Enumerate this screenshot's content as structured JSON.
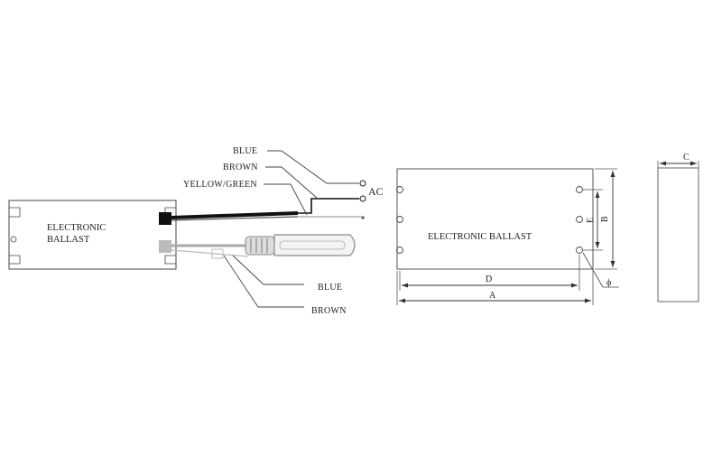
{
  "wiring": {
    "ballast_label_line1": "ELECTRONIC",
    "ballast_label_line2": "BALLAST",
    "input_wires": [
      "BLUE",
      "BROWN",
      "YELLOW/GREEN"
    ],
    "ac_label": "AC",
    "lamp_wires": [
      "BLUE",
      "BROWN"
    ]
  },
  "dimension_view": {
    "ballast_label": "ELECTRONIC BALLAST",
    "dim_labels": {
      "A": "A",
      "B": "B",
      "C": "C",
      "D": "D",
      "E": "E",
      "phi": "ϕ"
    }
  },
  "colors": {
    "line": "#3a3a3a",
    "wire_black": "#111111",
    "lamp_grey": "#9a9a9a"
  }
}
